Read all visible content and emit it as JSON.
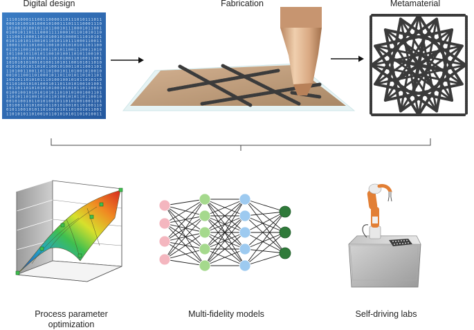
{
  "top": {
    "digital_label": "Digital design",
    "fabrication_label": "Fabrication",
    "metamaterial_label": "Metamaterial",
    "binary_rows": [
      "1110100011100110000110111010111011",
      "0001010010100010100111011110001110",
      "1010010100101101100101110001011001",
      "0100101101110001111000101101010110",
      "1110011000110101001010000111010101",
      "0101101011001011010110111000110011",
      "1000110110100110010101010101101100",
      "0110110010101001101011001110011010",
      "1011001011010110010100110101100101",
      "0100110100101011101010011010011001",
      "1010101010010100110101100101011010",
      "0101010101101011001010011011001101",
      "1101001100110110100101101001010010",
      "0010110011010001011011010110101101",
      "1001011010101110100100101011010110",
      "0110100101010001011011010100101001",
      "1011011010101010100101010110110010",
      "0100100101010101011010101001001101",
      "1101011010010101101001010110110010",
      "0010100101101010010110101001001101",
      "1010011010100101101010010110100110",
      "0101100101011010010101101001011001",
      "1101010110100101101010101101010011"
    ]
  },
  "bottom": {
    "process_label_line1": "Process parameter",
    "process_label_line2": "optimization",
    "multifidelity_label": "Multi-fidelity models",
    "selfdriving_label": "Self-driving labs"
  },
  "network": {
    "layers": [
      4,
      5,
      5,
      3
    ],
    "colors": [
      "#f4b6bf",
      "#a5d98d",
      "#9dcaf0",
      "#2f7a3a"
    ]
  },
  "colors": {
    "digital_bg": "#2f6eb5",
    "binary_text": "#cfe2f6",
    "lattice": "#3b3b3b",
    "nozzle": "#d9a983"
  }
}
